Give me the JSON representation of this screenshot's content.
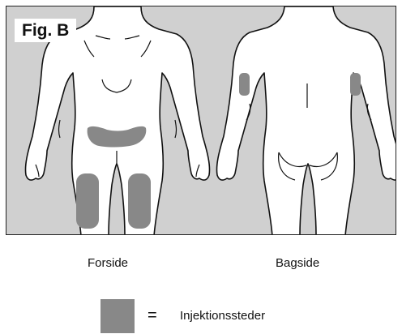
{
  "figure_label": "Fig. B",
  "front_caption": "Forside",
  "back_caption": "Bagside",
  "legend": {
    "symbol": "=",
    "text": "Injektionssteder",
    "color": "#888888"
  },
  "colors": {
    "panel_background": "#d0d0d0",
    "body_fill": "#ffffff",
    "outline": "#111111",
    "injection_site": "#888888"
  }
}
